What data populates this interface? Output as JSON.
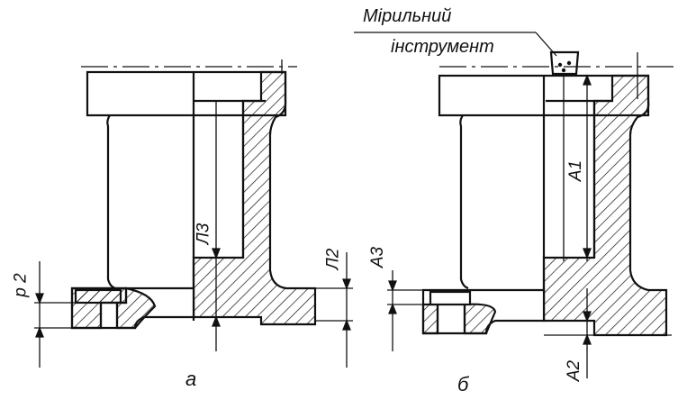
{
  "figure": {
    "tool_label_line1": "Мірильний",
    "tool_label_line2": "інструмент",
    "view_a": {
      "caption": "а",
      "dimensions": [
        "р 2",
        "Л3",
        "Л2"
      ]
    },
    "view_b": {
      "caption": "б",
      "dimensions": [
        "А3",
        "А1",
        "А2"
      ]
    }
  }
}
